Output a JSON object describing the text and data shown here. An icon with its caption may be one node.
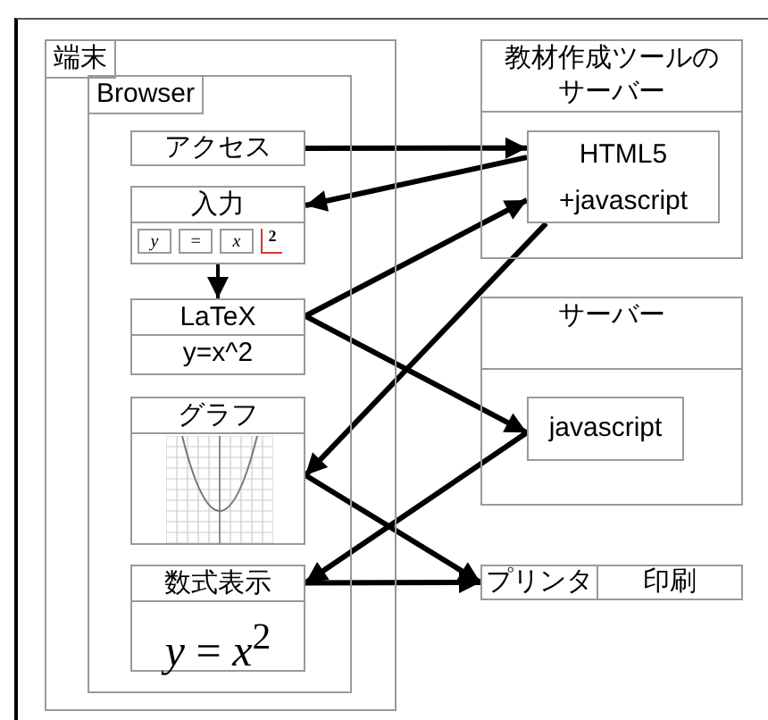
{
  "diagram": {
    "nodes": [
      {
        "text": [
          "端末"
        ]
      },
      {
        "text": [
          "Browser"
        ],
        "in": 0
      },
      {
        "text": [
          "アクセス"
        ],
        "in": 1
      },
      {
        "text": [
          "入力"
        ],
        "in": 1
      },
      {
        "text": [
          "LaTeX",
          "y=x^2"
        ],
        "in": 1
      },
      {
        "text": [
          "グラフ"
        ],
        "in": 1
      },
      {
        "text": [
          "数式表示",
          "*y* = *x*$^{2}$"
        ],
        "in": 1
      },
      {
        "text": [
          "教材作成ツールのサーバー"
        ]
      },
      {
        "text": [
          "HTML5",
          "+javascript"
        ],
        "in": 7
      },
      {
        "text": [
          "サーバー"
        ]
      },
      {
        "text": [
          "javascript"
        ],
        "in": 9
      },
      {
        "text": [
          "プリンタ",
          "印刷"
        ]
      }
    ],
    "edges": [
      {
        "from": 2,
        "to": 8,
        "arrow": "to"
      },
      {
        "from": 8,
        "to": 3,
        "arrow": "to"
      },
      {
        "from": 3,
        "to": 4,
        "arrow": "to"
      },
      {
        "from": 4,
        "to": 8,
        "arrow": "to"
      },
      {
        "from": 8,
        "to": 5,
        "arrow": "to"
      },
      {
        "from": 4,
        "to": 10,
        "arrow": "to"
      },
      {
        "from": 10,
        "to": 6,
        "arrow": "to"
      },
      {
        "from": 5,
        "to": 11,
        "arrow": "to"
      },
      {
        "from": 6,
        "to": 11,
        "arrow": "to"
      }
    ],
    "labels": [
      "y",
      "=",
      "x",
      "2"
    ]
  }
}
